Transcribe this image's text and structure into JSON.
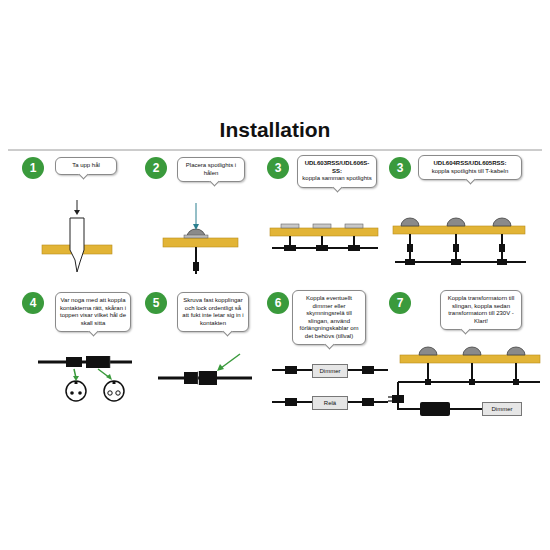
{
  "diagram": {
    "title": "Installation",
    "nodes": [
      {
        "text": [
          "1"
        ]
      },
      {
        "text": [
          "Ta upp hål"
        ]
      },
      {
        "text": [
          "2"
        ]
      },
      {
        "text": [
          "Placera spotlights i hålen"
        ]
      },
      {
        "text": [
          "3"
        ]
      },
      {
        "text": [
          "UDL603RSS/UDL606S-SS:",
          "koppla samman spotlights"
        ]
      },
      {
        "text": [
          "3"
        ]
      },
      {
        "text": [
          "UDL604RSS/UDL605RSS:",
          "koppla spotlights till T-kabeln"
        ]
      },
      {
        "text": [
          "4"
        ]
      },
      {
        "text": [
          "Var noga med att koppla kontakterna rätt, skåran i toppen visar vilket hål de skall sitta"
        ]
      },
      {
        "text": [
          "5"
        ]
      },
      {
        "text": [
          "Skruva fast kopplingar och lock ordentligt så att fukt inte letar sig in i kontakten"
        ]
      },
      {
        "text": [
          "6"
        ]
      },
      {
        "text": [
          "Koppla eventuellt dimmer eller skymningsrelä till slingan, använd förlängningskablar om det behövs (tillval)"
        ]
      },
      {
        "text": [
          "Dimmer"
        ]
      },
      {
        "text": [
          "Relä"
        ]
      },
      {
        "text": [
          "7"
        ]
      },
      {
        "text": [
          "Koppla transformatorn till slingan, koppla sedan transformatorn till 230V - Klart!"
        ]
      },
      {
        "text": [
          "Dimmer"
        ]
      }
    ]
  }
}
